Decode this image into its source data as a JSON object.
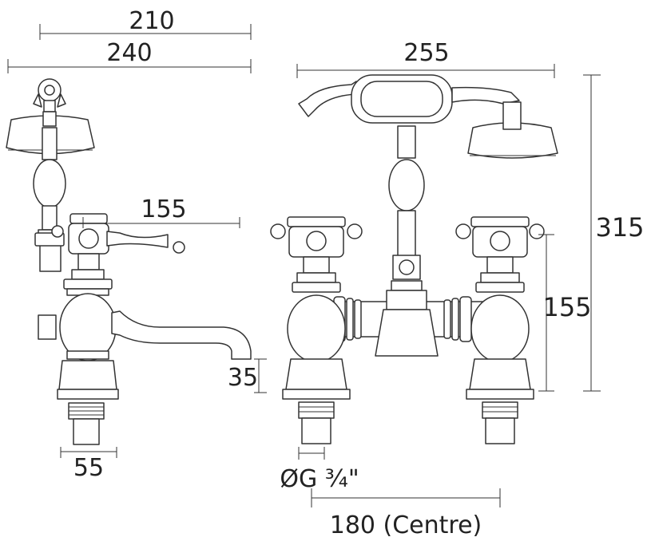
{
  "dimensions": {
    "side_view": {
      "width_top": "210",
      "width_overall": "240",
      "spout_reach": "155",
      "spout_clearance": "35",
      "base_diameter": "55"
    },
    "front_view": {
      "handset_width": "255",
      "overall_height": "315",
      "body_height": "155",
      "inlet_thread": "ØG ¾\"",
      "centres": "180 (Centre)"
    }
  },
  "colors": {
    "line": "#333333",
    "background": "#ffffff"
  }
}
